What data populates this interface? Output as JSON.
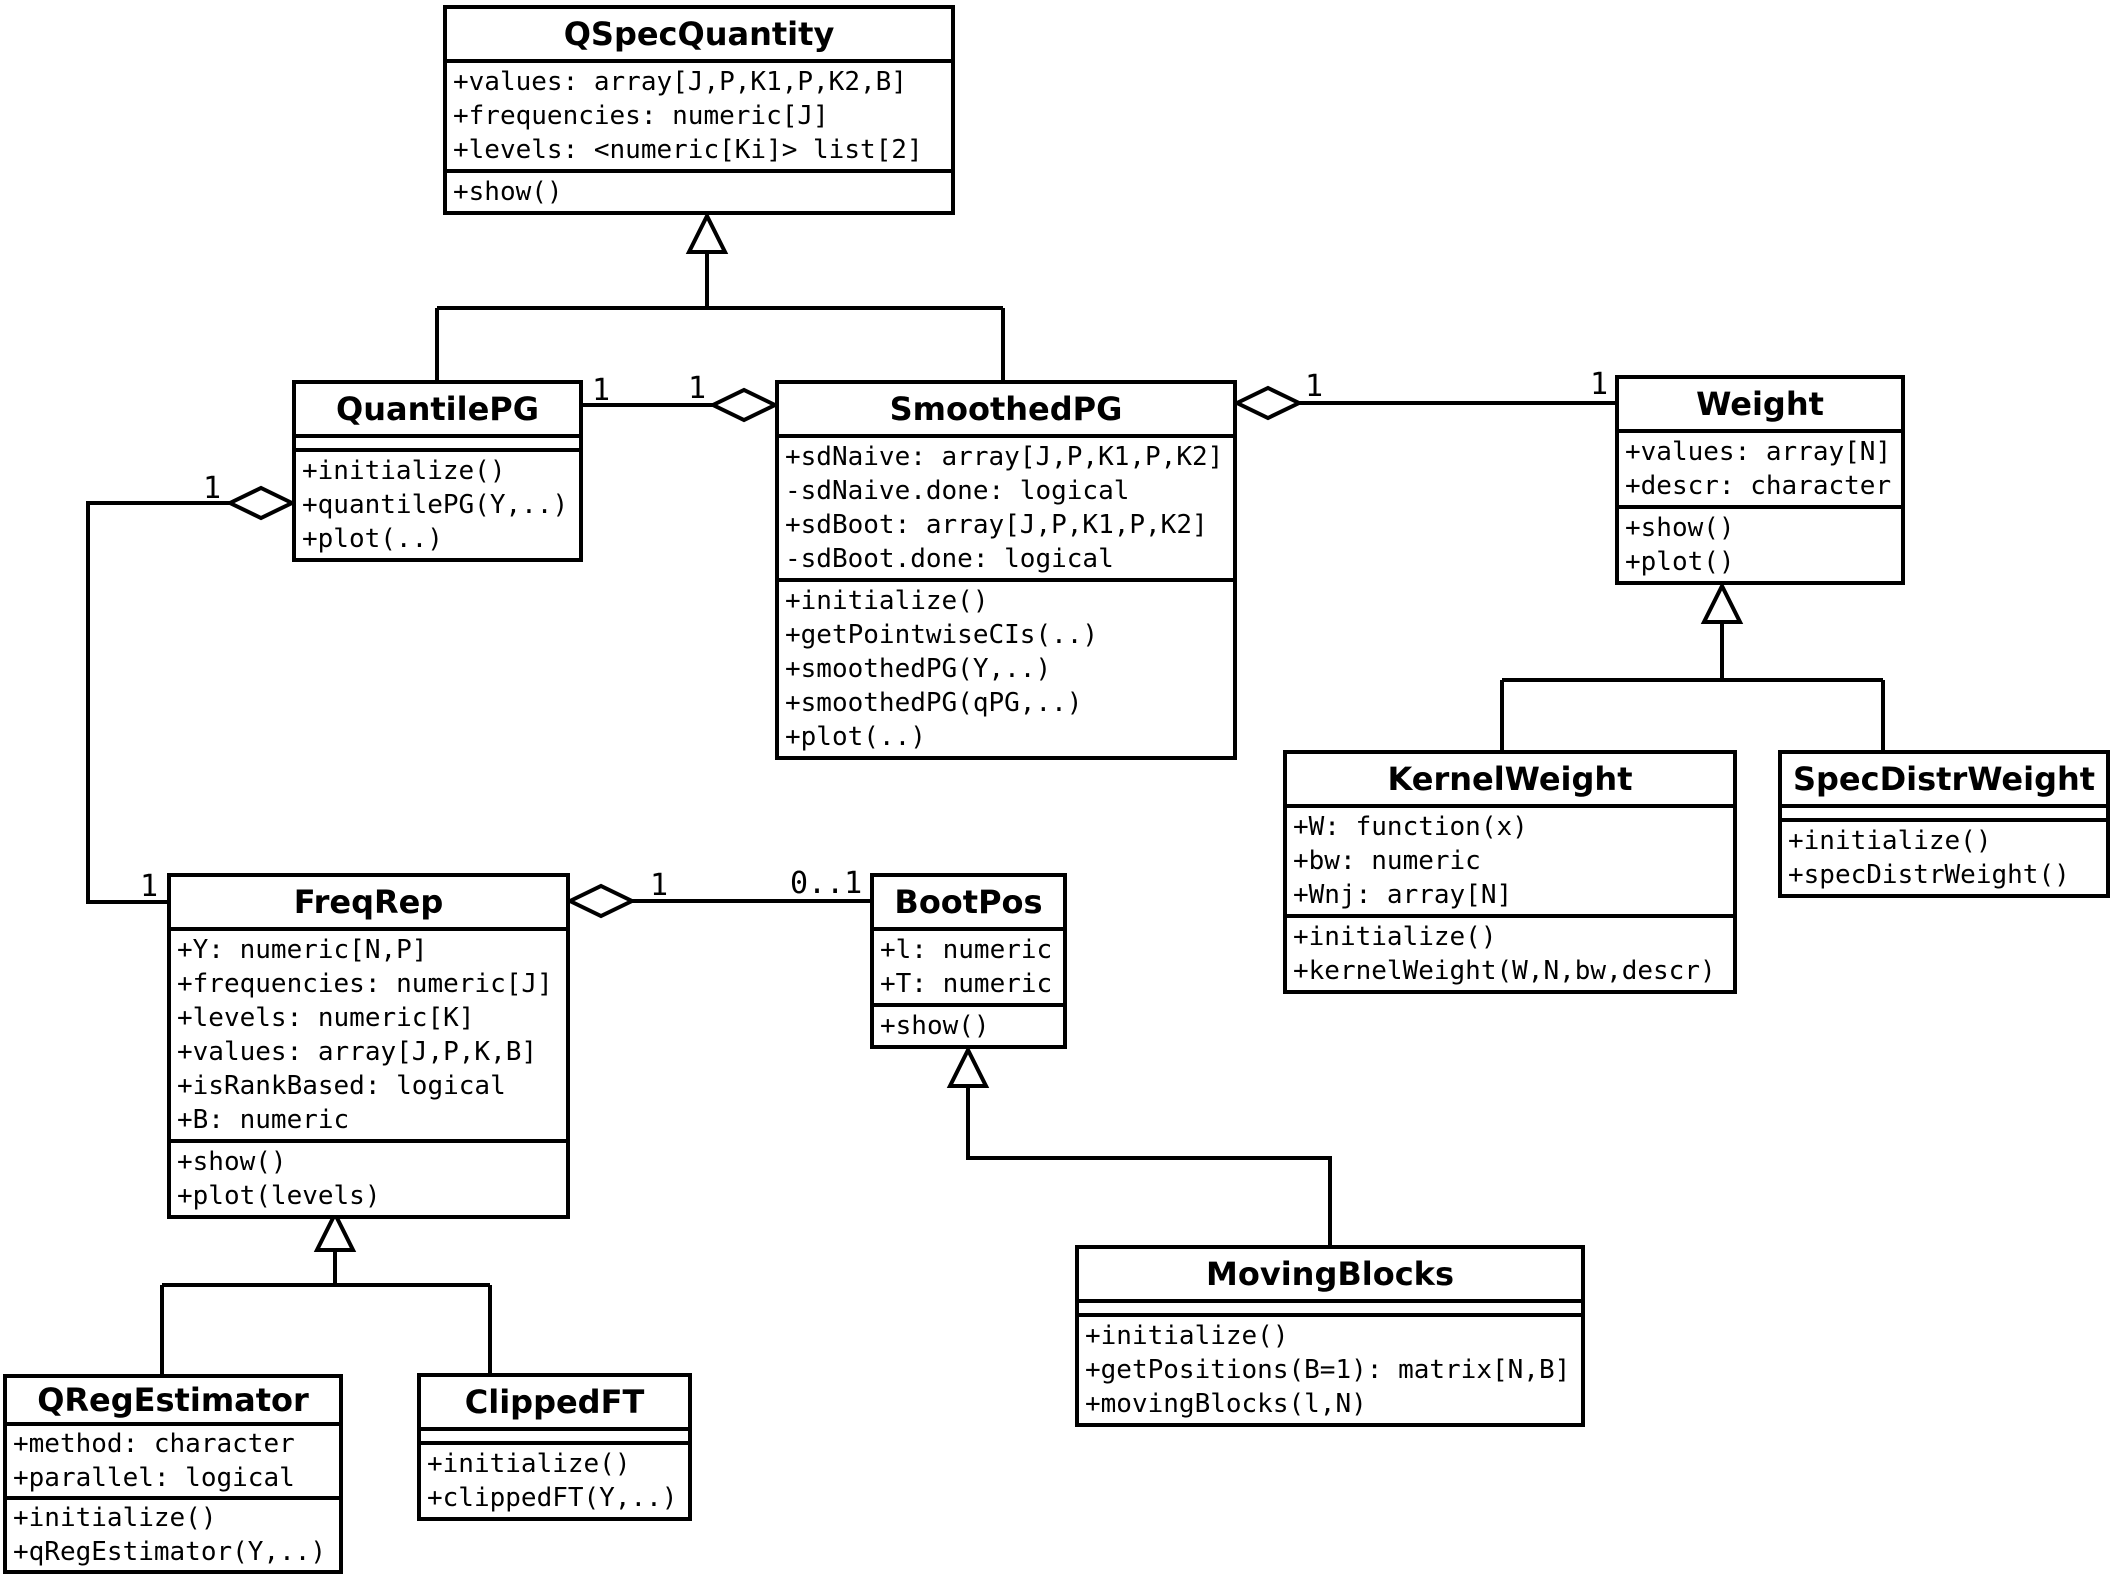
{
  "diagram_title": "UML class diagram",
  "colors": {
    "background": "#ffffff",
    "line": "#000000",
    "text": "#000000",
    "box_fill": "#ffffff"
  },
  "classes": [
    {
      "name": "QSpecQuantity",
      "attributes": [
        "+values: array[J,P,K1,P,K2,B]",
        "+frequencies: numeric[J]",
        "+levels: <numeric[Ki]> list[2]"
      ],
      "methods": [
        "+show()"
      ]
    },
    {
      "name": "QuantilePG",
      "attributes": [],
      "methods": [
        "+initialize()",
        "+quantilePG(Y,..)",
        "+plot(..)"
      ]
    },
    {
      "name": "SmoothedPG",
      "attributes": [
        "+sdNaive: array[J,P,K1,P,K2]",
        "-sdNaive.done: logical",
        "+sdBoot: array[J,P,K1,P,K2]",
        "-sdBoot.done: logical"
      ],
      "methods": [
        "+initialize()",
        "+getPointwiseCIs(..)",
        "+smoothedPG(Y,..)",
        "+smoothedPG(qPG,..)",
        "+plot(..)"
      ]
    },
    {
      "name": "Weight",
      "attributes": [
        "+values: array[N]",
        "+descr: character"
      ],
      "methods": [
        "+show()",
        "+plot()"
      ]
    },
    {
      "name": "KernelWeight",
      "attributes": [
        "+W: function(x)",
        "+bw: numeric",
        "+Wnj: array[N]"
      ],
      "methods": [
        "+initialize()",
        "+kernelWeight(W,N,bw,descr)"
      ]
    },
    {
      "name": "SpecDistrWeight",
      "attributes": [],
      "methods": [
        "+initialize()",
        "+specDistrWeight()"
      ]
    },
    {
      "name": "FreqRep",
      "attributes": [
        "+Y: numeric[N,P]",
        "+frequencies: numeric[J]",
        "+levels: numeric[K]",
        "+values: array[J,P,K,B]",
        "+isRankBased: logical",
        "+B: numeric"
      ],
      "methods": [
        "+show()",
        "+plot(levels)"
      ]
    },
    {
      "name": "BootPos",
      "attributes": [
        "+l: numeric",
        "+T: numeric"
      ],
      "methods": [
        "+show()"
      ]
    },
    {
      "name": "MovingBlocks",
      "attributes": [],
      "methods": [
        "+initialize()",
        "+getPositions(B=1): matrix[N,B]",
        "+movingBlocks(l,N)"
      ]
    },
    {
      "name": "QRegEstimator",
      "attributes": [
        "+method: character",
        "+parallel: logical"
      ],
      "methods": [
        "+initialize()",
        "+qRegEstimator(Y,..)"
      ]
    },
    {
      "name": "ClippedFT",
      "attributes": [],
      "methods": [
        "+initialize()",
        "+clippedFT(Y,..)"
      ]
    }
  ],
  "relations": [
    {
      "type": "generalization",
      "parent": "QSpecQuantity",
      "children": [
        "QuantilePG",
        "SmoothedPG"
      ]
    },
    {
      "type": "aggregation",
      "owner": "SmoothedPG",
      "part": "QuantilePG",
      "owner_mult": "1",
      "part_mult": "1"
    },
    {
      "type": "aggregation",
      "owner": "SmoothedPG",
      "part": "Weight",
      "owner_mult": "1",
      "part_mult": "1"
    },
    {
      "type": "aggregation",
      "owner": "QuantilePG",
      "part": "FreqRep",
      "owner_mult": "1",
      "part_mult": "1"
    },
    {
      "type": "aggregation",
      "owner": "FreqRep",
      "part": "BootPos",
      "owner_mult": "1",
      "part_mult": "0..1"
    },
    {
      "type": "generalization",
      "parent": "Weight",
      "children": [
        "KernelWeight",
        "SpecDistrWeight"
      ]
    },
    {
      "type": "generalization",
      "parent": "FreqRep",
      "children": [
        "QRegEstimator",
        "ClippedFT"
      ]
    },
    {
      "type": "generalization",
      "parent": "BootPos",
      "children": [
        "MovingBlocks"
      ]
    }
  ]
}
